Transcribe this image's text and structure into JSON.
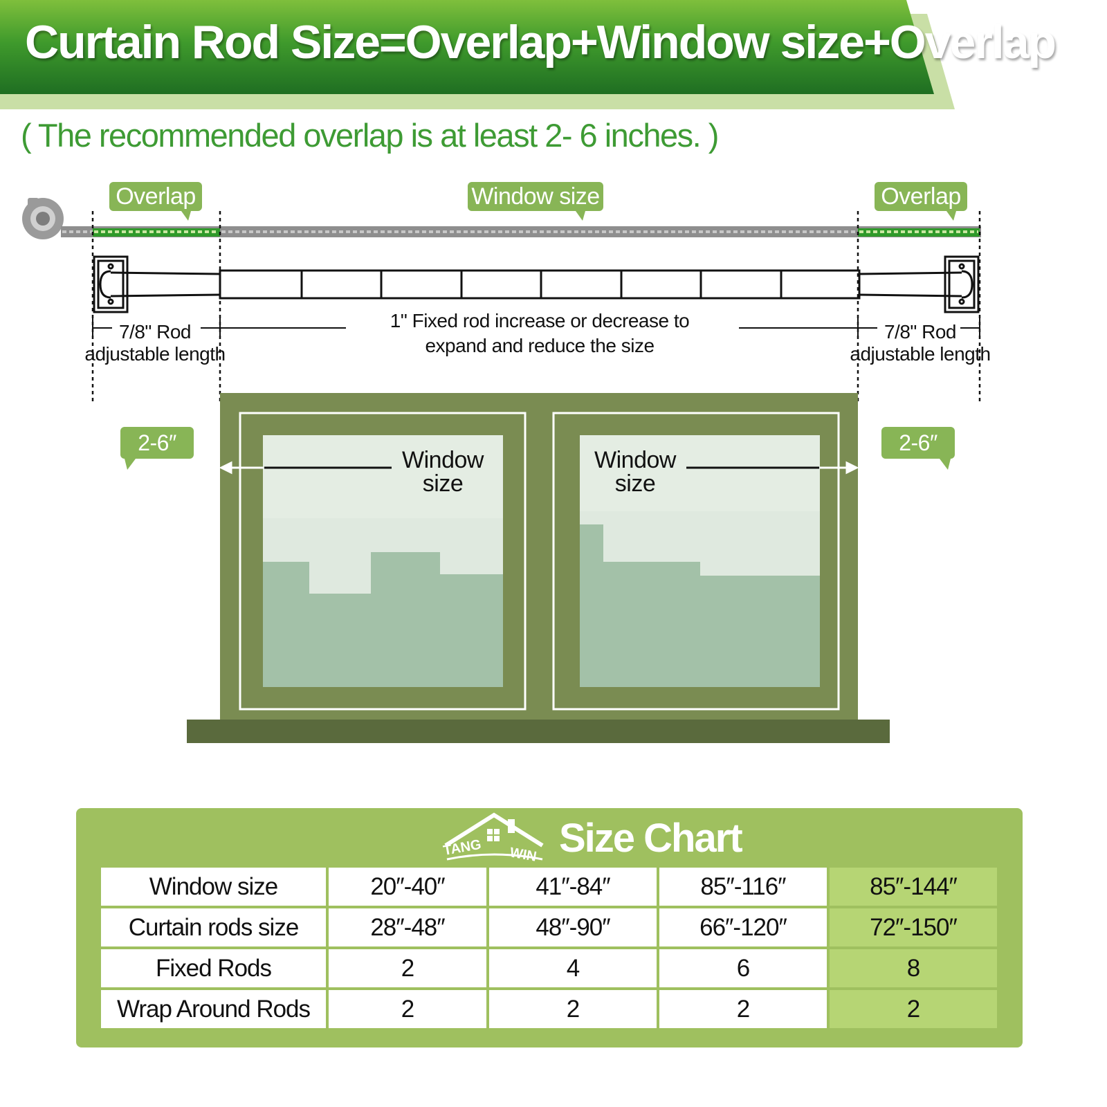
{
  "header": {
    "title": "Curtain Rod Size=Overlap+Window size+Overlap",
    "subtitle": "( The recommended overlap is at least 2- 6 inches. )"
  },
  "diagram": {
    "overlap_left": "Overlap",
    "window_size_tag": "Window size",
    "overlap_right": "Overlap",
    "rod_left_line1": "7/8\"  Rod",
    "rod_left_line2": "adjustable length",
    "fixed_rod_line1": "1\" Fixed rod  increase or decrease to",
    "fixed_rod_line2": "expand and reduce the size",
    "rod_right_line1": "7/8\"  Rod",
    "rod_right_line2": "adjustable length",
    "gap_left": "2-6″",
    "gap_right": "2-6″",
    "pane_left_line1": "Window",
    "pane_left_line2": "size",
    "pane_right_line1": "Window",
    "pane_right_line2": "size"
  },
  "size_chart": {
    "title": "Size Chart",
    "logo_text_left": "TANG",
    "logo_text_right": "WIN",
    "rows": [
      {
        "label": "Window size",
        "cells": [
          "20″-40″",
          "41″-84″",
          "85″-116″",
          "85″-144″"
        ]
      },
      {
        "label": "Curtain rods size",
        "cells": [
          "28″-48″",
          "48″-90″",
          "66″-120″",
          "72″-150″"
        ]
      },
      {
        "label": "Fixed Rods",
        "cells": [
          "2",
          "4",
          "6",
          "8"
        ]
      },
      {
        "label": "Wrap Around Rods",
        "cells": [
          "2",
          "2",
          "2",
          "2"
        ]
      }
    ]
  },
  "colors": {
    "banner_green": "#2e8a28",
    "accent_green": "#88b556",
    "window_frame": "#7a8c52",
    "glass": "#a8c6ad",
    "chart_panel": "#9fc05f",
    "highlight_column": "#b6d574"
  }
}
